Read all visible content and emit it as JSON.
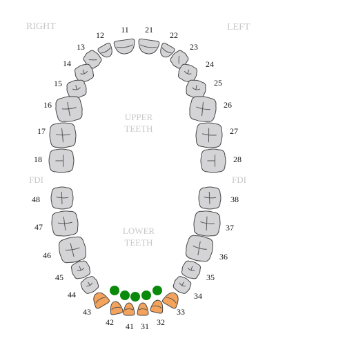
{
  "labels": {
    "right": "RIGHT",
    "left": "LEFT",
    "fdi_left": "FDI",
    "fdi_right": "FDI",
    "upper_1": "UPPER",
    "upper_2": "TEETH",
    "lower_1": "LOWER",
    "lower_2": "TEETH"
  },
  "colors": {
    "tooth_default": "#d4d4d6",
    "tooth_selected": "#f4a35c",
    "marker": "#0a8a0a",
    "label_faint": "#c8c8c8"
  },
  "teeth": [
    {
      "number": "11",
      "selected": false
    },
    {
      "number": "12",
      "selected": false
    },
    {
      "number": "13",
      "selected": false
    },
    {
      "number": "14",
      "selected": false
    },
    {
      "number": "15",
      "selected": false
    },
    {
      "number": "16",
      "selected": false
    },
    {
      "number": "17",
      "selected": false
    },
    {
      "number": "18",
      "selected": false
    },
    {
      "number": "21",
      "selected": false
    },
    {
      "number": "22",
      "selected": false
    },
    {
      "number": "23",
      "selected": false
    },
    {
      "number": "24",
      "selected": false
    },
    {
      "number": "25",
      "selected": false
    },
    {
      "number": "26",
      "selected": false
    },
    {
      "number": "27",
      "selected": false
    },
    {
      "number": "28",
      "selected": false
    },
    {
      "number": "31",
      "selected": true
    },
    {
      "number": "32",
      "selected": true
    },
    {
      "number": "33",
      "selected": true
    },
    {
      "number": "34",
      "selected": false
    },
    {
      "number": "35",
      "selected": false
    },
    {
      "number": "36",
      "selected": false
    },
    {
      "number": "37",
      "selected": false
    },
    {
      "number": "38",
      "selected": false
    },
    {
      "number": "41",
      "selected": true
    },
    {
      "number": "42",
      "selected": true
    },
    {
      "number": "43",
      "selected": true
    },
    {
      "number": "44",
      "selected": false
    },
    {
      "number": "45",
      "selected": false
    },
    {
      "number": "46",
      "selected": false
    },
    {
      "number": "47",
      "selected": false
    },
    {
      "number": "48",
      "selected": false
    }
  ],
  "markers": [
    "42",
    "41",
    "31",
    "32",
    "33"
  ]
}
